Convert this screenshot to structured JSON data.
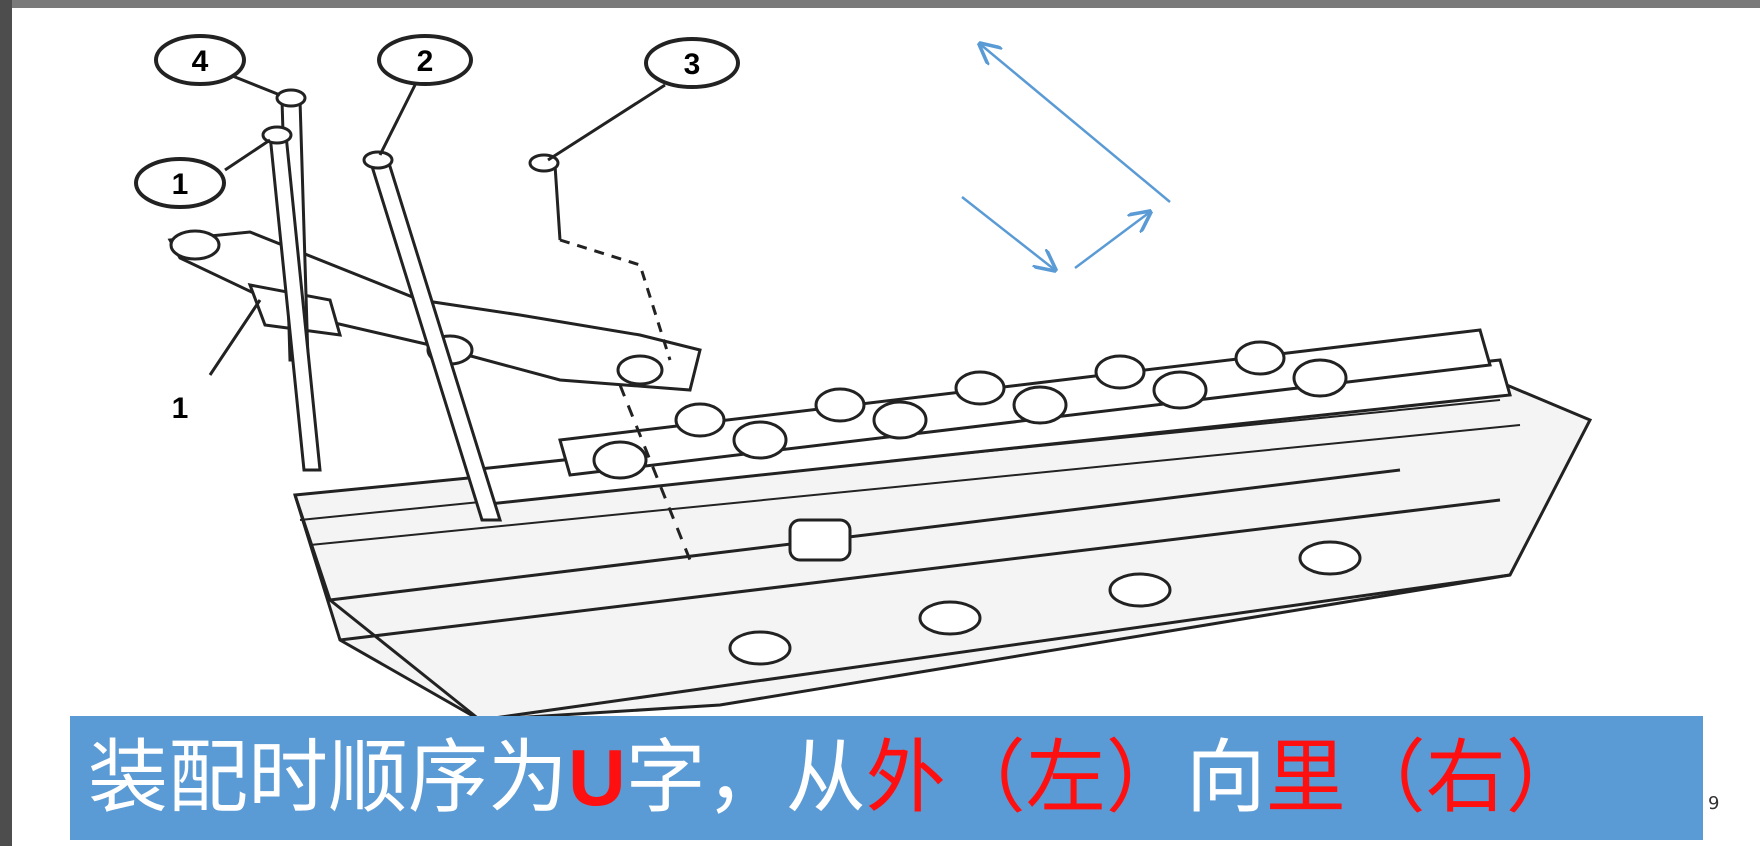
{
  "callouts": {
    "c1": "1",
    "c2": "2",
    "c3": "3",
    "c4": "4",
    "part_label": "1"
  },
  "caption": {
    "seg1": "装配时顺序为",
    "seg2": "U",
    "seg3": "字，从",
    "seg4": "外",
    "seg5": "（左）",
    "seg6": "向",
    "seg7": "里",
    "seg8": "（右）"
  },
  "page_number": "9",
  "colors": {
    "caption_bg": "#5b9bd5",
    "caption_text": "#ffffff",
    "highlight": "#ff1010",
    "arrow": "#5b9bd5"
  },
  "icons": {
    "arrow_1": "arrow-down-right-icon",
    "arrow_2": "arrow-up-right-icon",
    "arrow_3": "arrow-up-left-icon"
  }
}
